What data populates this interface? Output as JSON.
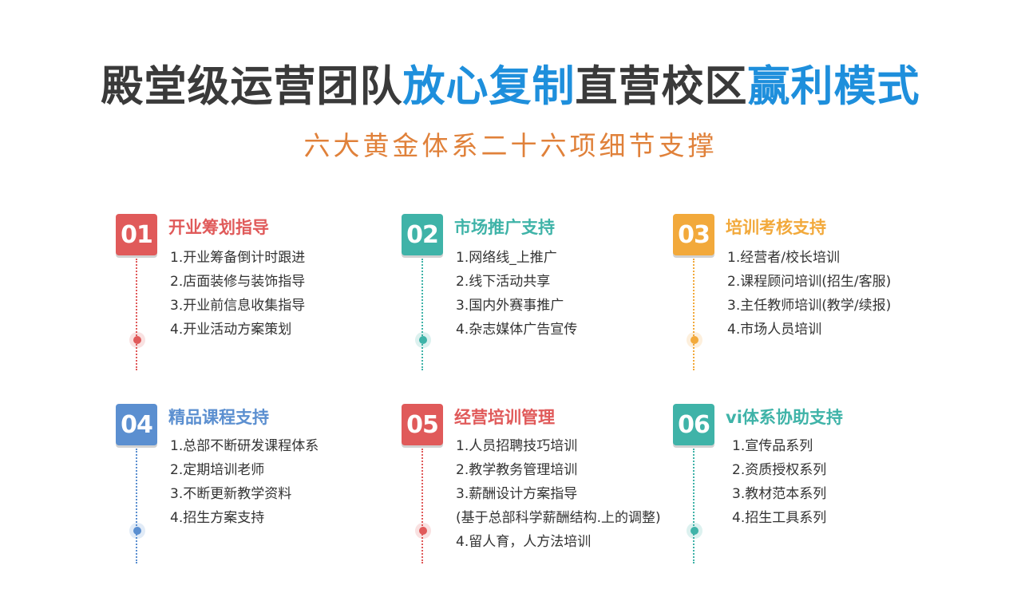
{
  "header": {
    "title_part1": "殿堂级运营团队",
    "title_part2": "放心复制",
    "title_part3": "直营校区",
    "title_part4": "赢利模式",
    "subtitle": "六大黄金体系二十六项细节支撑"
  },
  "colors": {
    "red": "#e05a5a",
    "teal": "#3fb3a8",
    "orange": "#f2a93b",
    "blue": "#5b8fd0",
    "title_blue": "#1e8fdc",
    "subtitle_orange": "#e0813a"
  },
  "cards": [
    {
      "num": "01",
      "title": "开业筹划指导",
      "items": [
        "1.开业筹备倒计时跟进",
        "2.店面装修与装饰指导",
        "3.开业前信息收集指导",
        "4.开业活动方案策划"
      ]
    },
    {
      "num": "02",
      "title": "市场推广支持",
      "items": [
        "1.网络线_上推广",
        "2.线下活动共享",
        "3.国内外赛事推广",
        "4.杂志媒体广告宣传"
      ]
    },
    {
      "num": "03",
      "title": "培训考核支持",
      "items": [
        "1.经营者/校长培训",
        "2.课程顾问培训(招生/客服)",
        "3.主任教师培训(教学/续报)",
        "4.市场人员培训"
      ]
    },
    {
      "num": "04",
      "title": "精品课程支持",
      "items": [
        "1.总部不断研发课程体系",
        "2.定期培训老师",
        "3.不断更新教学资料",
        "4.招生方案支持"
      ]
    },
    {
      "num": "05",
      "title": "经营培训管理",
      "items": [
        "1.人员招聘技巧培训",
        "2.教学教务管理培训",
        "3.薪酬设计方案指导",
        "(基于总部科学薪酬结构.上的调整)",
        "4.留人育，人方法培训"
      ]
    },
    {
      "num": "06",
      "title": "vi体系协助支持",
      "items": [
        "1.宣传品系列",
        "2.资质授权系列",
        "3.教材范本系列",
        "4.招生工具系列"
      ]
    }
  ]
}
